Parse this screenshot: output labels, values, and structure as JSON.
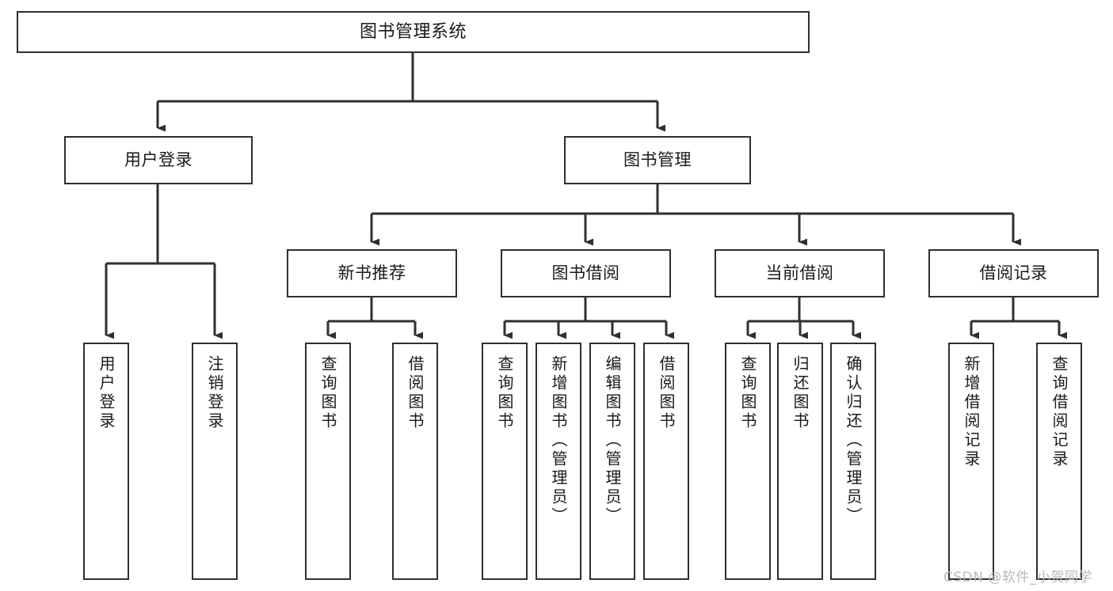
{
  "diagram": {
    "title": "图书管理系统",
    "type": "tree-hierarchy-diagram",
    "colors": {
      "box_border": "#2f2f2f",
      "box_fill": "#ffffff",
      "connector": "#2f2f2f",
      "background": "#ffffff",
      "watermark": "#b9b9b9"
    },
    "root": {
      "label": "图书管理系统"
    },
    "level1": [
      {
        "label": "用户登录"
      },
      {
        "label": "图书管理"
      }
    ],
    "level2": [
      {
        "label": "新书推荐"
      },
      {
        "label": "图书借阅"
      },
      {
        "label": "当前借阅"
      },
      {
        "label": "借阅记录"
      }
    ],
    "leaves_user_login": [
      {
        "label": "用户登录"
      },
      {
        "label": "注销登录"
      }
    ],
    "leaves_new_book": [
      {
        "label": "查询图书"
      },
      {
        "label": "借阅图书"
      }
    ],
    "leaves_borrow": [
      {
        "label": "查询图书"
      },
      {
        "label": "新增图书（管理员）"
      },
      {
        "label": "编辑图书（管理员）"
      },
      {
        "label": "借阅图书"
      }
    ],
    "leaves_current": [
      {
        "label": "查询图书"
      },
      {
        "label": "归还图书"
      },
      {
        "label": "确认归还（管理员）"
      }
    ],
    "leaves_records": [
      {
        "label": "新增借阅记录"
      },
      {
        "label": "查询借阅记录"
      }
    ]
  },
  "watermark": {
    "text": "CSDN @软件_小贺同学"
  }
}
